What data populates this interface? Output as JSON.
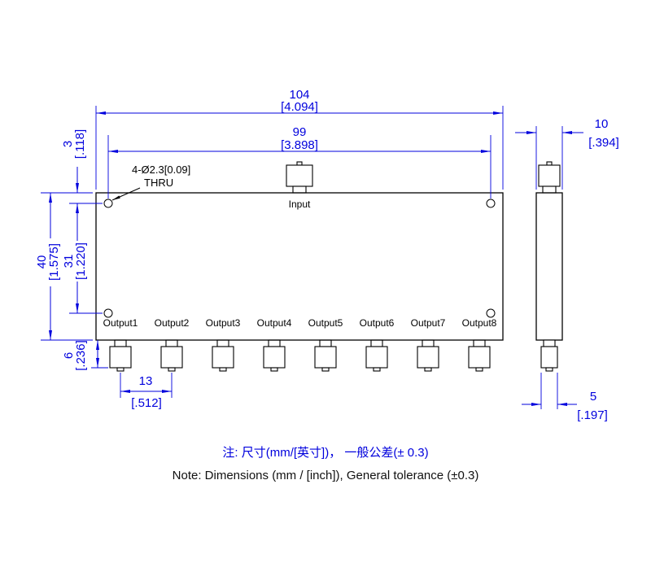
{
  "front_view": {
    "input_label": "Input",
    "output_labels": [
      "Output1",
      "Output2",
      "Output3",
      "Output4",
      "Output5",
      "Output6",
      "Output7",
      "Output8"
    ],
    "hole_note": {
      "line1": "4-Ø2.3[0.09]",
      "line2": "THRU"
    }
  },
  "dims": {
    "overall_width": {
      "mm": "104",
      "inch": "[4.094]"
    },
    "hole_spacing_h": {
      "mm": "99",
      "inch": "[3.898]"
    },
    "edge_to_hole": {
      "mm": "3",
      "inch": "[.118]"
    },
    "overall_height": {
      "mm": "40",
      "inch": "[1.575]"
    },
    "hole_spacing_v": {
      "mm": "31",
      "inch": "[1.220]"
    },
    "connector_protrusion": {
      "mm": "6",
      "inch": "[.236]"
    },
    "output_pitch": {
      "mm": "13",
      "inch": "[.512]"
    },
    "body_thickness": {
      "mm": "10",
      "inch": "[.394]"
    },
    "connector_width": {
      "mm": "5",
      "inch": "[.197]"
    }
  },
  "notes": {
    "cn": "注: 尺寸(mm/[英寸])， 一般公差(± 0.3)",
    "en": "Note: Dimensions (mm / [inch]), General tolerance (±0.3)"
  },
  "colors": {
    "dimension": "#0000dd",
    "outline": "#000000",
    "background": "#ffffff"
  }
}
